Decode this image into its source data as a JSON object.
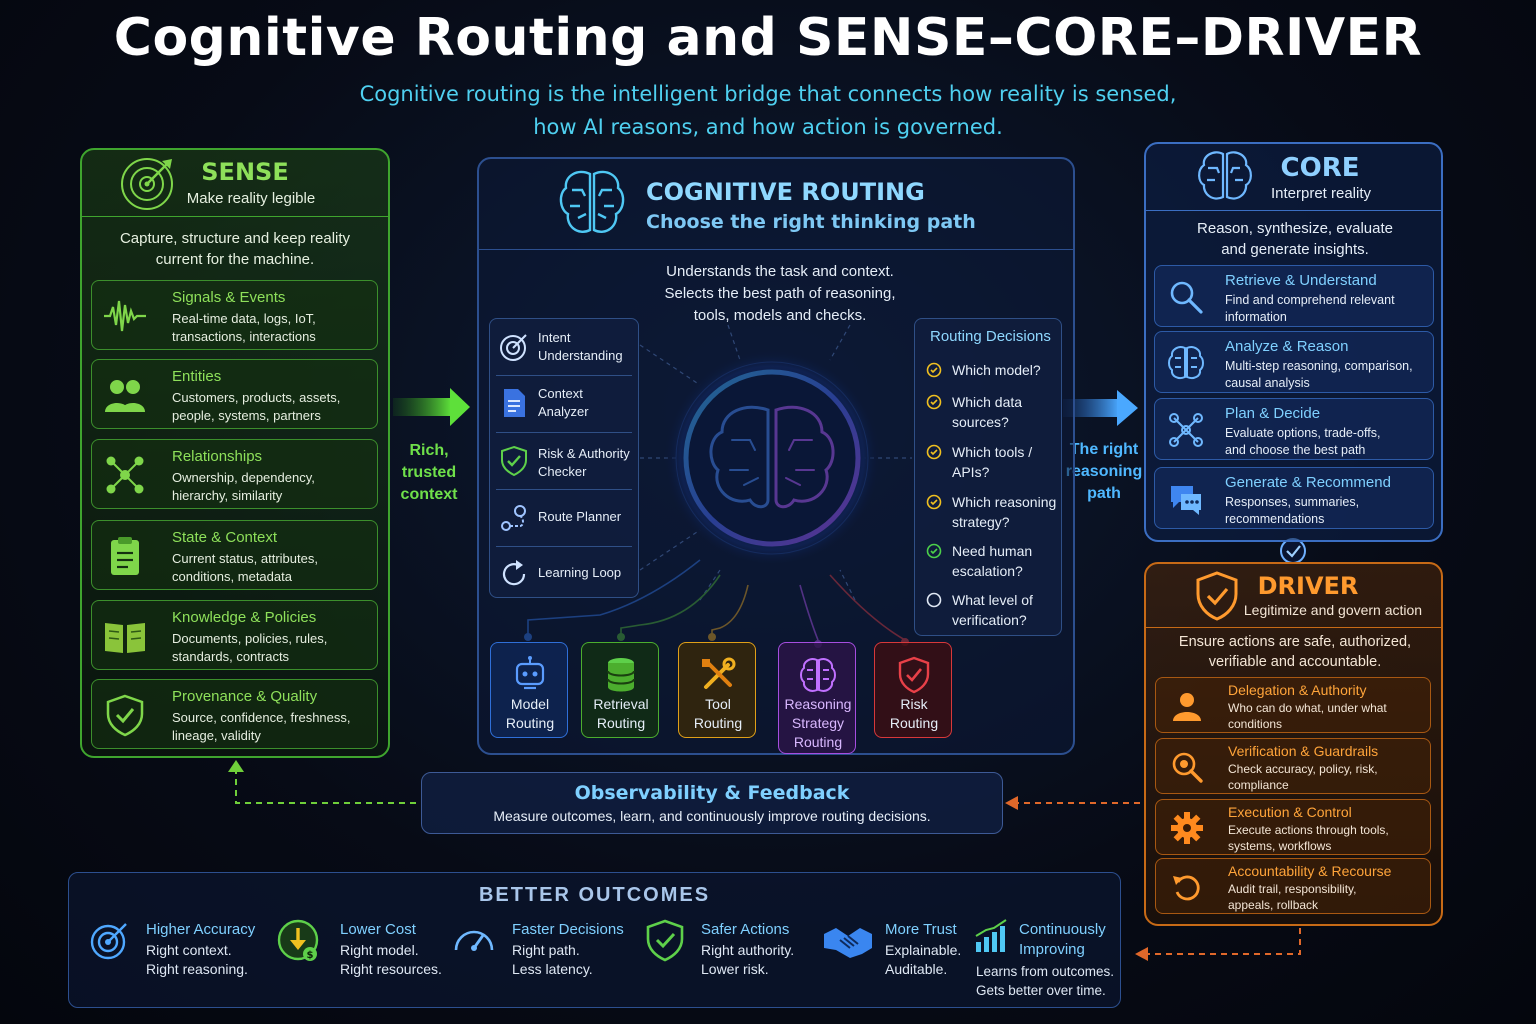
{
  "title": "Cognitive Routing and SENSE–CORE–DRIVER",
  "subtitle": [
    "Cognitive routing is the intelligent bridge that connects how reality is sensed,",
    "how AI reasons, and how action is governed."
  ],
  "colors": {
    "sense": "#3fa52e",
    "routing": "#2c4f8f",
    "core": "#3b6ec2",
    "driver": "#c76a16",
    "accent_cyan": "#4fd0f0"
  },
  "sense": {
    "title": "SENSE",
    "subtitle": "Make reality legible",
    "description": [
      "Capture, structure and keep reality",
      "current for the machine."
    ],
    "icon": "target-icon",
    "items": [
      {
        "title": "Signals & Events",
        "desc": [
          "Real-time data, logs, IoT,",
          "transactions, interactions"
        ],
        "icon": "waveform-icon"
      },
      {
        "title": "Entities",
        "desc": [
          "Customers, products, assets,",
          "people, systems, partners"
        ],
        "icon": "people-icon"
      },
      {
        "title": "Relationships",
        "desc": [
          "Ownership, dependency,",
          "hierarchy, similarity"
        ],
        "icon": "network-icon"
      },
      {
        "title": "State & Context",
        "desc": [
          "Current status, attributes,",
          "conditions, metadata"
        ],
        "icon": "clipboard-icon"
      },
      {
        "title": "Knowledge & Policies",
        "desc": [
          "Documents, policies, rules,",
          "standards, contracts"
        ],
        "icon": "book-icon"
      },
      {
        "title": "Provenance & Quality",
        "desc": [
          "Source, confidence, freshness,",
          "lineage, validity"
        ],
        "icon": "shield-check-icon"
      }
    ]
  },
  "arrow_left_label": [
    "Rich,",
    "trusted",
    "context"
  ],
  "arrow_right_label": [
    "The right",
    "reasoning",
    "path"
  ],
  "routing": {
    "title": "COGNITIVE ROUTING",
    "subtitle": "Choose the right thinking path",
    "description": [
      "Understands the task and context.",
      "Selects the best path of reasoning,",
      "tools, models and checks."
    ],
    "icon": "brain-icon",
    "components": [
      {
        "label": [
          "Intent",
          "Understanding"
        ],
        "icon": "target-icon"
      },
      {
        "label": [
          "Context",
          "Analyzer"
        ],
        "icon": "document-icon"
      },
      {
        "label": [
          "Risk & Authority",
          "Checker"
        ],
        "icon": "shield-check-icon"
      },
      {
        "label": [
          "Route Planner"
        ],
        "icon": "route-icon"
      },
      {
        "label": [
          "Learning Loop"
        ],
        "icon": "loop-icon"
      }
    ],
    "decisions_title": "Routing Decisions",
    "decisions": [
      {
        "label": [
          "Which model?"
        ],
        "checked": true
      },
      {
        "label": [
          "Which data",
          "sources?"
        ],
        "checked": true
      },
      {
        "label": [
          "Which tools /",
          "APIs?"
        ],
        "checked": true
      },
      {
        "label": [
          "Which reasoning",
          "strategy?"
        ],
        "checked": true
      },
      {
        "label": [
          "Need human",
          "escalation?"
        ],
        "checked": true
      },
      {
        "label": [
          "What level of",
          "verification?"
        ],
        "checked": false
      }
    ],
    "routes": [
      {
        "label": [
          "Model",
          "Routing"
        ],
        "icon": "robot-icon",
        "color": "#2f6fd8"
      },
      {
        "label": [
          "Retrieval",
          "Routing"
        ],
        "icon": "database-icon",
        "color": "#4cae2e"
      },
      {
        "label": [
          "Tool",
          "Routing"
        ],
        "icon": "tools-icon",
        "color": "#e0a018"
      },
      {
        "label": [
          "Reasoning",
          "Strategy",
          "Routing"
        ],
        "icon": "brain-icon",
        "color": "#a64ee0"
      },
      {
        "label": [
          "Risk",
          "Routing"
        ],
        "icon": "shield-check-icon",
        "color": "#d8383a"
      }
    ]
  },
  "core": {
    "title": "CORE",
    "subtitle": "Interpret reality",
    "description": [
      "Reason, synthesize, evaluate",
      "and generate insights."
    ],
    "icon": "brain-icon",
    "items": [
      {
        "title": "Retrieve & Understand",
        "desc": [
          "Find and comprehend relevant",
          "information"
        ],
        "icon": "search-icon"
      },
      {
        "title": "Analyze & Reason",
        "desc": [
          "Multi-step reasoning, comparison,",
          "causal analysis"
        ],
        "icon": "brain-icon"
      },
      {
        "title": "Plan & Decide",
        "desc": [
          "Evaluate options, trade-offs,",
          "and choose the best path"
        ],
        "icon": "network-icon"
      },
      {
        "title": "Generate & Recommend",
        "desc": [
          "Responses, summaries,",
          "recommendations"
        ],
        "icon": "chat-icon"
      }
    ]
  },
  "driver": {
    "title": "DRIVER",
    "subtitle": "Legitimize and govern action",
    "description": [
      "Ensure actions are safe, authorized,",
      "verifiable and accountable."
    ],
    "icon": "shield-check-icon",
    "items": [
      {
        "title": "Delegation & Authority",
        "desc": [
          "Who can do what, under what",
          "conditions"
        ],
        "icon": "person-icon"
      },
      {
        "title": "Verification & Guardrails",
        "desc": [
          "Check accuracy, policy, risk,",
          "compliance"
        ],
        "icon": "magnifier-icon"
      },
      {
        "title": "Execution & Control",
        "desc": [
          "Execute actions through tools,",
          "systems, workflows"
        ],
        "icon": "gear-icon"
      },
      {
        "title": "Accountability & Recourse",
        "desc": [
          "Audit trail, responsibility,",
          "appeals, rollback"
        ],
        "icon": "undo-icon"
      }
    ]
  },
  "observability": {
    "title": "Observability & Feedback",
    "description": "Measure outcomes, learn, and continuously improve routing decisions."
  },
  "outcomes": {
    "title": "BETTER OUTCOMES",
    "items": [
      {
        "title": [
          "Higher Accuracy"
        ],
        "desc": [
          "Right context.",
          "Right reasoning."
        ],
        "icon": "target-icon"
      },
      {
        "title": [
          "Lower Cost"
        ],
        "desc": [
          "Right model.",
          "Right resources."
        ],
        "icon": "coin-down-icon"
      },
      {
        "title": [
          "Faster Decisions"
        ],
        "desc": [
          "Right path.",
          "Less latency."
        ],
        "icon": "speedometer-icon"
      },
      {
        "title": [
          "Safer Actions"
        ],
        "desc": [
          "Right authority.",
          "Lower risk."
        ],
        "icon": "shield-check-icon"
      },
      {
        "title": [
          "More Trust"
        ],
        "desc": [
          "Explainable.",
          "Auditable."
        ],
        "icon": "handshake-icon"
      },
      {
        "title": [
          "Continuously",
          "Improving"
        ],
        "desc": [
          "Learns from outcomes.",
          "Gets better over time."
        ],
        "icon": "growth-chart-icon"
      }
    ]
  }
}
